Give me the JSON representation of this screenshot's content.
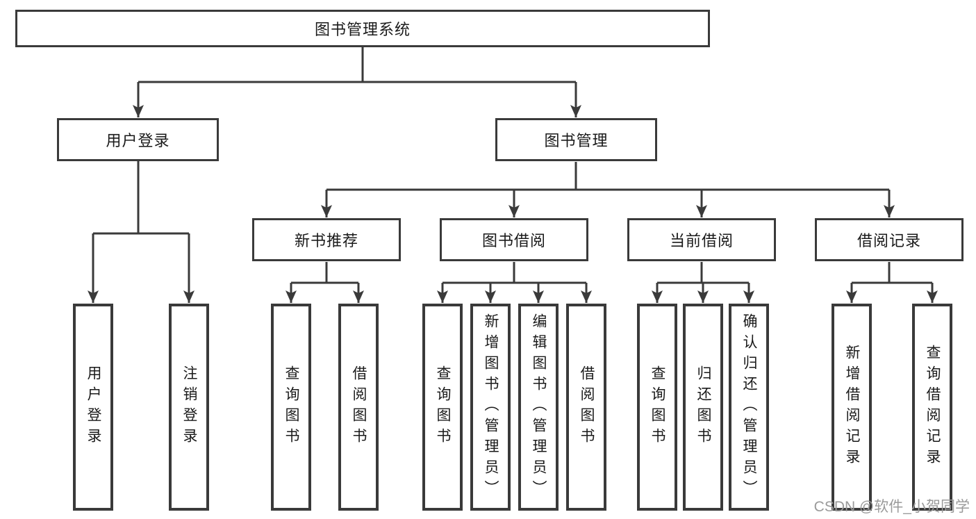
{
  "tree": {
    "root": {
      "label": "图书管理系统",
      "children": [
        {
          "label": "用户登录",
          "children": [
            {
              "label": "用户登录"
            },
            {
              "label": "注销登录"
            }
          ]
        },
        {
          "label": "图书管理",
          "children": [
            {
              "label": "新书推荐",
              "children": [
                {
                  "label": "查询图书"
                },
                {
                  "label": "借阅图书"
                }
              ]
            },
            {
              "label": "图书借阅",
              "children": [
                {
                  "label": "查询图书"
                },
                {
                  "label": "新增图书（管理员）"
                },
                {
                  "label": "编辑图书（管理员）"
                },
                {
                  "label": "借阅图书"
                }
              ]
            },
            {
              "label": "当前借阅",
              "children": [
                {
                  "label": "查询图书"
                },
                {
                  "label": "归还图书"
                },
                {
                  "label": "确认归还（管理员）"
                }
              ]
            },
            {
              "label": "借阅记录",
              "children": [
                {
                  "label": "新增借阅记录"
                },
                {
                  "label": "查询借阅记录"
                }
              ]
            }
          ]
        }
      ]
    }
  },
  "watermark": "CSDN @软件_小贺同学",
  "colors": {
    "line": "#3a3a3a",
    "ink": "#1a1a1a",
    "watermark": "#9a9a9a",
    "background": "#ffffff"
  }
}
